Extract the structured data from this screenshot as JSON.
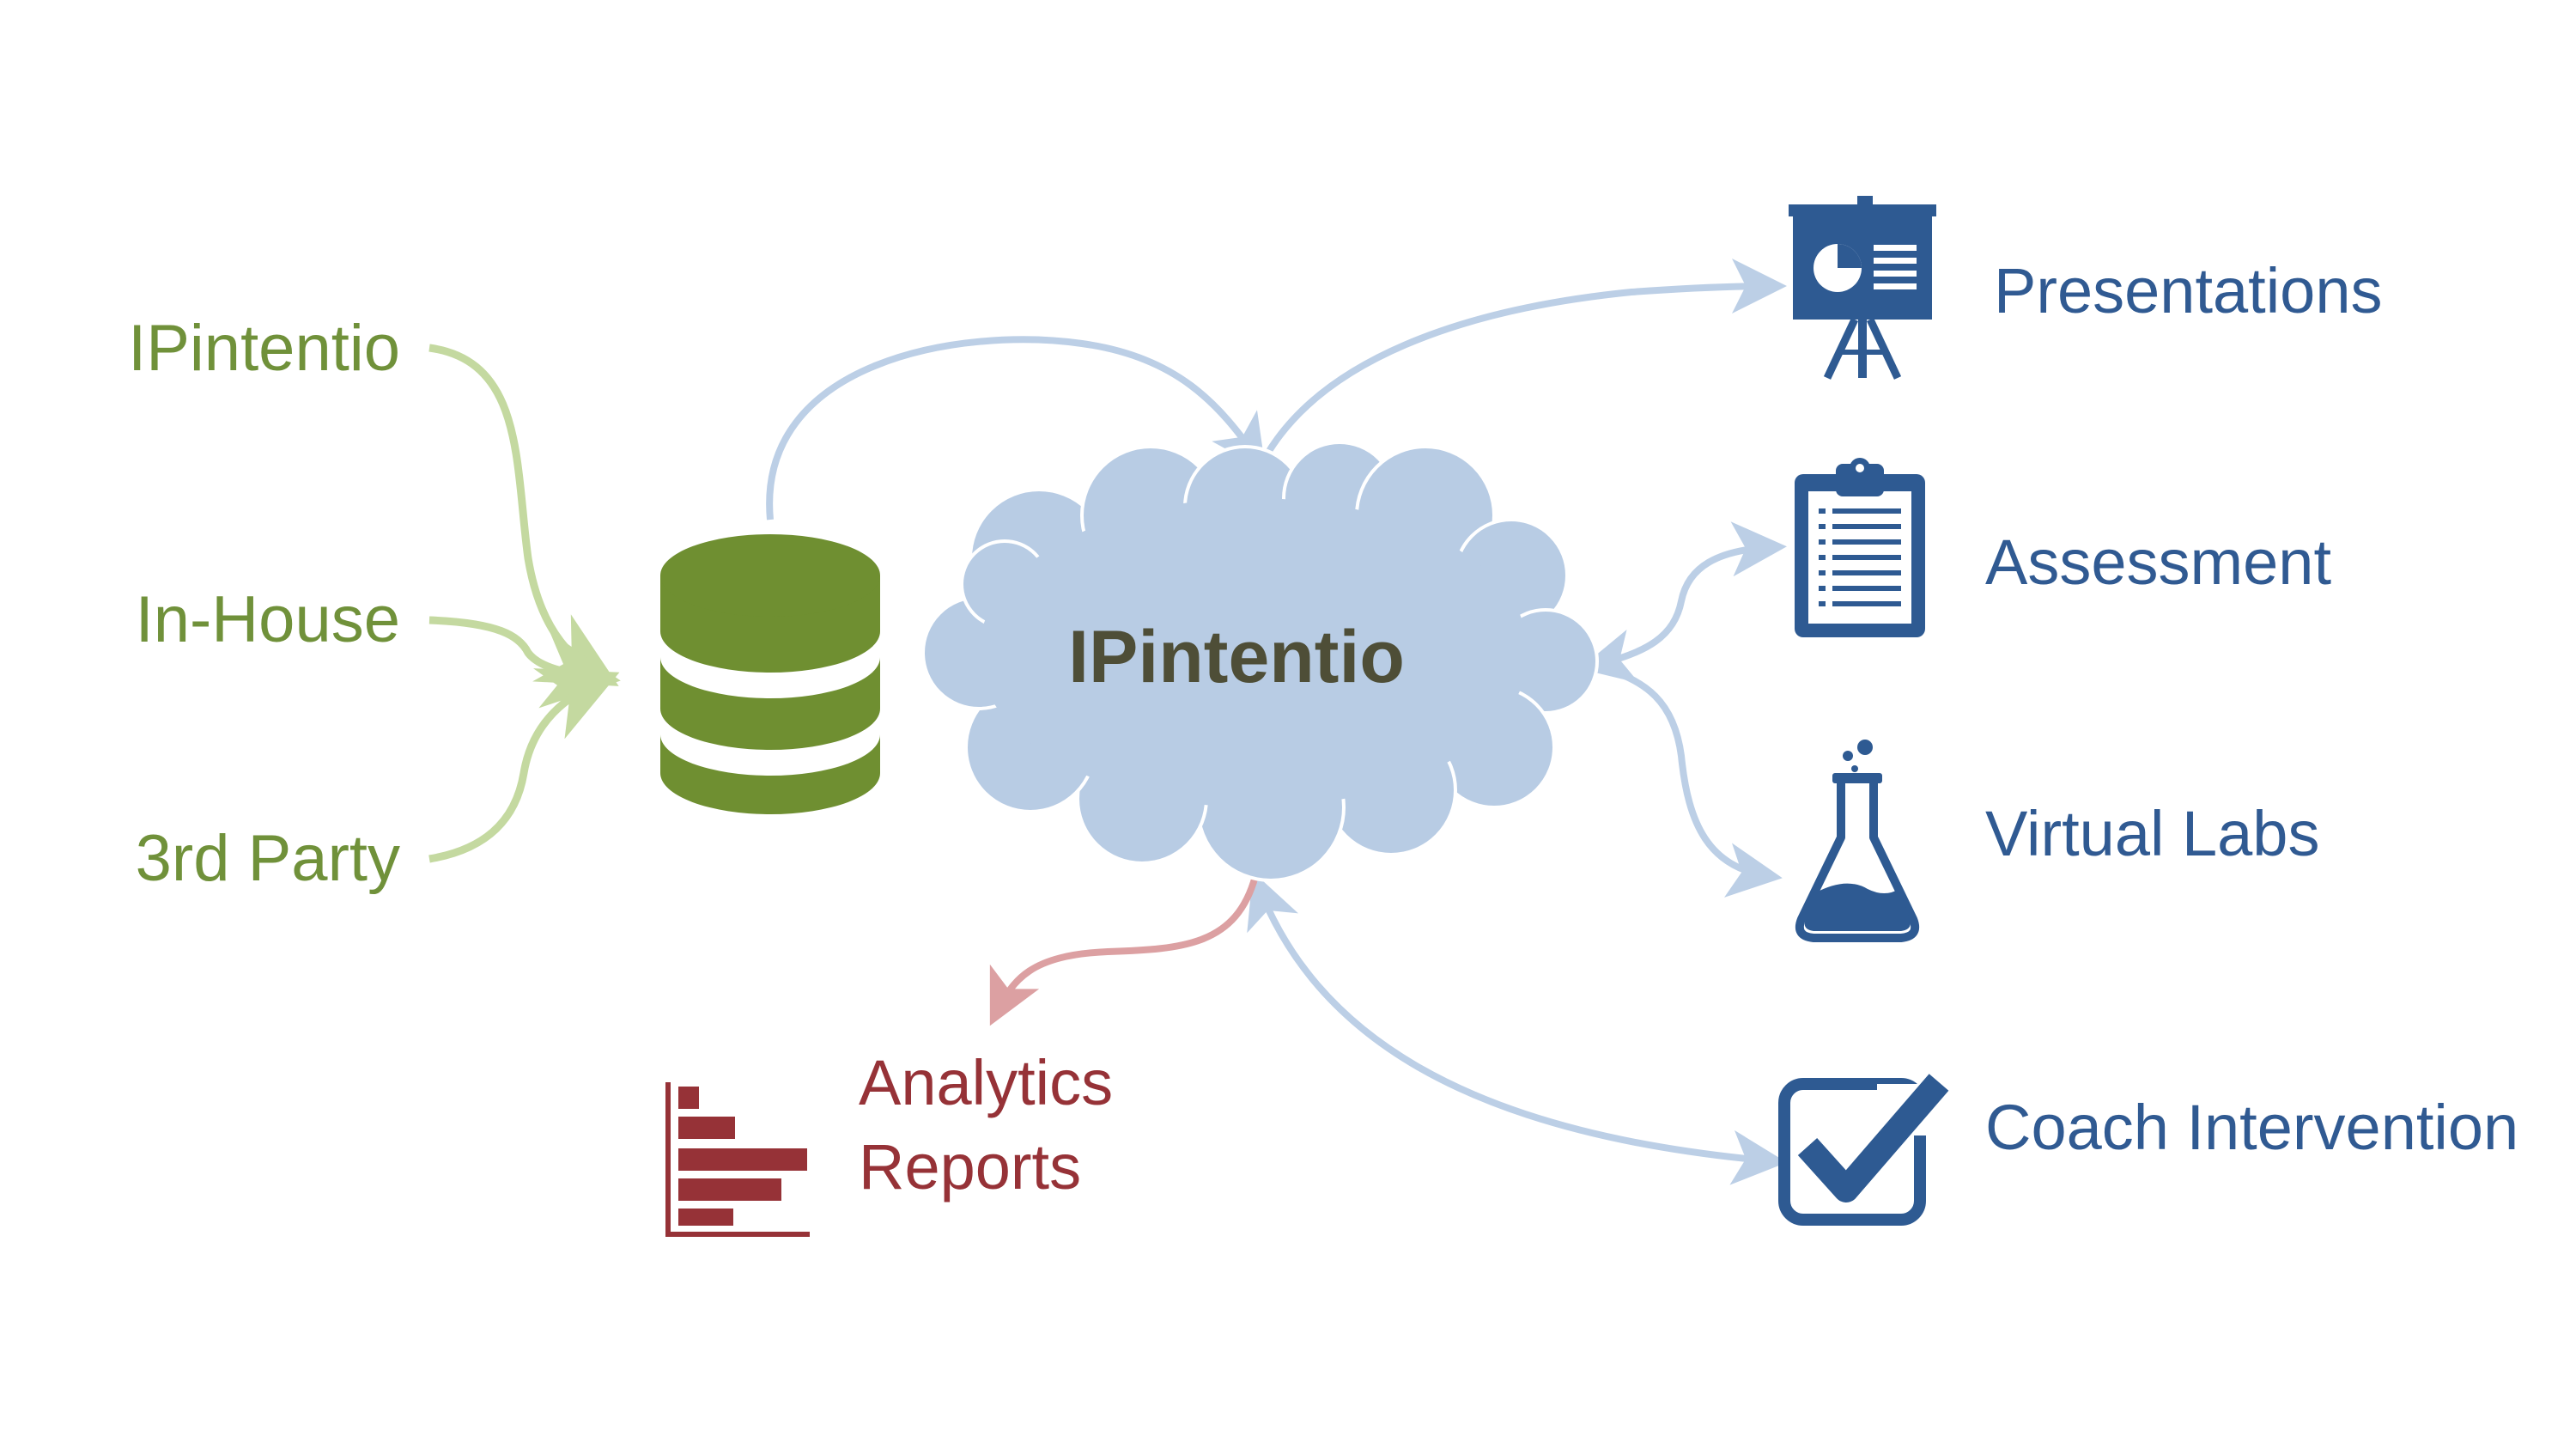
{
  "center": {
    "label": "IPintentio"
  },
  "sources": [
    {
      "label": "IPintentio"
    },
    {
      "label": "In-House"
    },
    {
      "label": "3rd Party"
    }
  ],
  "outputs": [
    {
      "label": "Presentations",
      "icon": "presentation-board-icon"
    },
    {
      "label": "Assessment",
      "icon": "clipboard-icon"
    },
    {
      "label": "Virtual Labs",
      "icon": "flask-icon"
    },
    {
      "label": "Coach Intervention",
      "icon": "checkbox-icon"
    }
  ],
  "analytics": {
    "line1": "Analytics",
    "line2": "Reports",
    "icon": "bar-chart-icon"
  },
  "colors": {
    "green": "#70913a",
    "green_light": "#c4d9a0",
    "blue_dark": "#2e5a92",
    "blue_light": "#bccfe6",
    "red": "#963237",
    "red_light": "#dca0a2",
    "cloud": "#b8cce4"
  }
}
